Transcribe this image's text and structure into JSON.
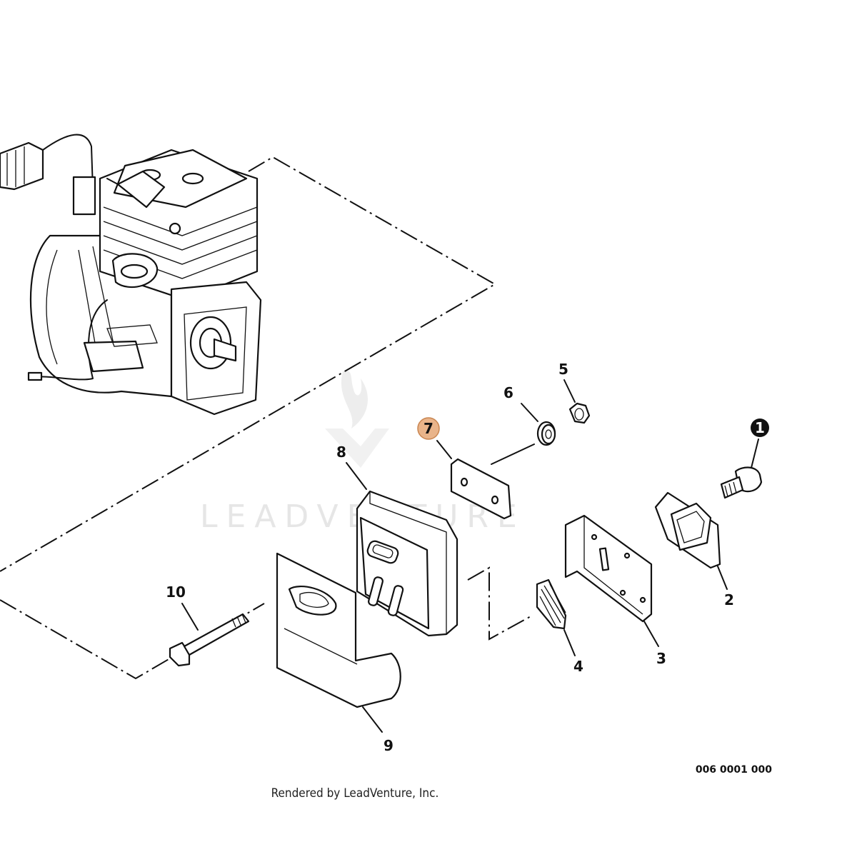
{
  "watermark": {
    "text": "LEADVENTURE"
  },
  "callouts": {
    "c1": "1",
    "c2": "2",
    "c3": "3",
    "c4": "4",
    "c5": "5",
    "c6": "6",
    "c7": "7",
    "c8": "8",
    "c9": "9",
    "c10": "10"
  },
  "highlight": {
    "callout": "7",
    "color": "#e9b48a",
    "border": "#c98550"
  },
  "diagram_code": "006 0001 000",
  "footer": "Rendered by LeadVenture, Inc."
}
